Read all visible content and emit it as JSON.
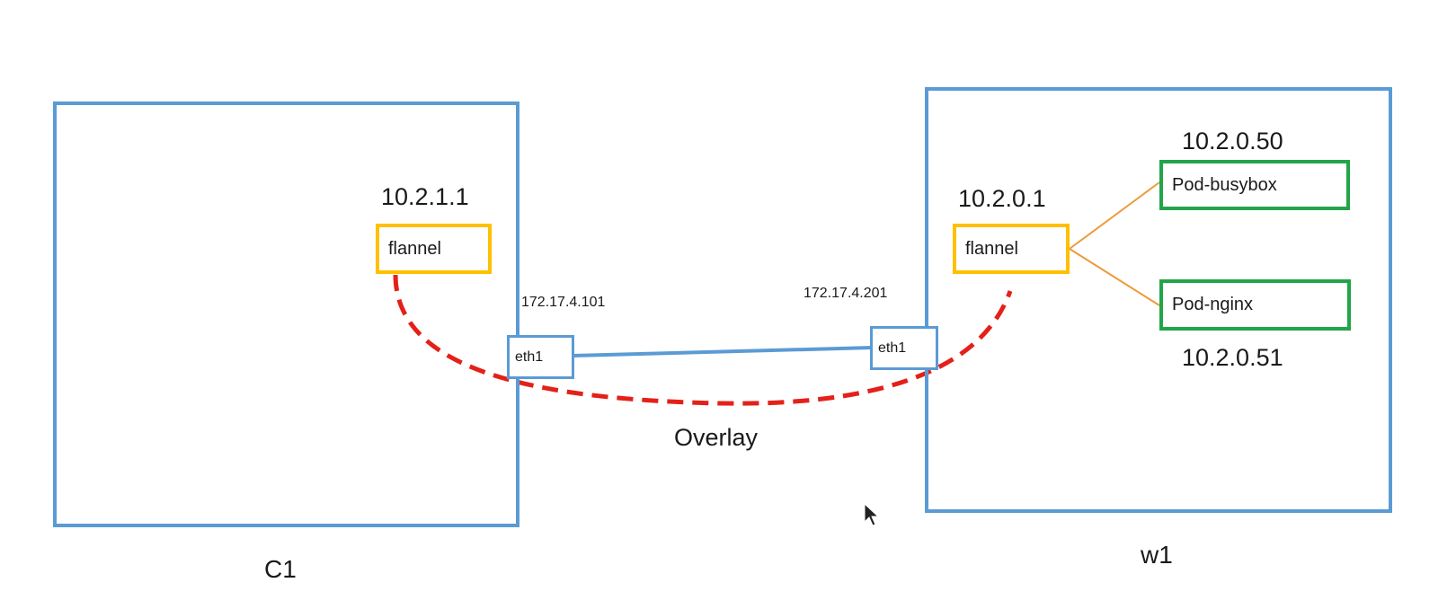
{
  "colors": {
    "node_border": "#5b9bd5",
    "flannel_border": "#ffc000",
    "pod_border": "#22a548",
    "overlay_path": "#e32119",
    "pod_link": "#ed9b3a",
    "eth_link": "#5b9bd5"
  },
  "nodes": {
    "c1": {
      "name": "C1",
      "flannel": {
        "label": "flannel",
        "ip": "10.2.1.1"
      },
      "eth": {
        "label": "eth1",
        "ip": "172.17.4.101"
      }
    },
    "w1": {
      "name": "w1",
      "flannel": {
        "label": "flannel",
        "ip": "10.2.0.1"
      },
      "eth": {
        "label": "eth1",
        "ip": "172.17.4.201"
      },
      "pods": [
        {
          "label": "Pod-busybox",
          "ip": "10.2.0.50"
        },
        {
          "label": "Pod-nginx",
          "ip": "10.2.0.51"
        }
      ]
    }
  },
  "overlay": {
    "label": "Overlay"
  },
  "cursor": "mouse-pointer-icon"
}
